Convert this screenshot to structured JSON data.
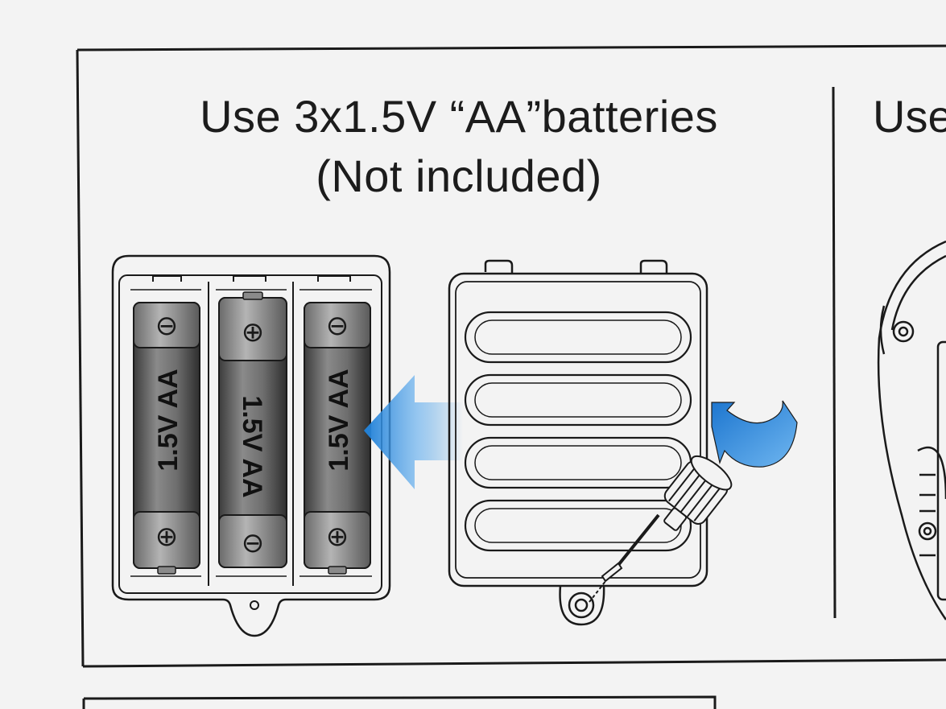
{
  "instructions": {
    "title_line1": "Use 3x1.5V “AA”batteries",
    "title_line2": "(Not included)",
    "next_panel_title": "Use"
  },
  "batteries": [
    {
      "label": "1.5V AA",
      "top_symbol": "⊖",
      "bottom_symbol": "⊕"
    },
    {
      "label": "1.5V AA",
      "top_symbol": "⊕",
      "bottom_symbol": "⊖"
    },
    {
      "label": "1.5V AA",
      "top_symbol": "⊖",
      "bottom_symbol": "⊕"
    }
  ],
  "colors": {
    "line": "#1a1a1a",
    "paper": "#f3f3f3",
    "arrow_blue": "#2a8fe0",
    "battery_dark": "#555555"
  }
}
